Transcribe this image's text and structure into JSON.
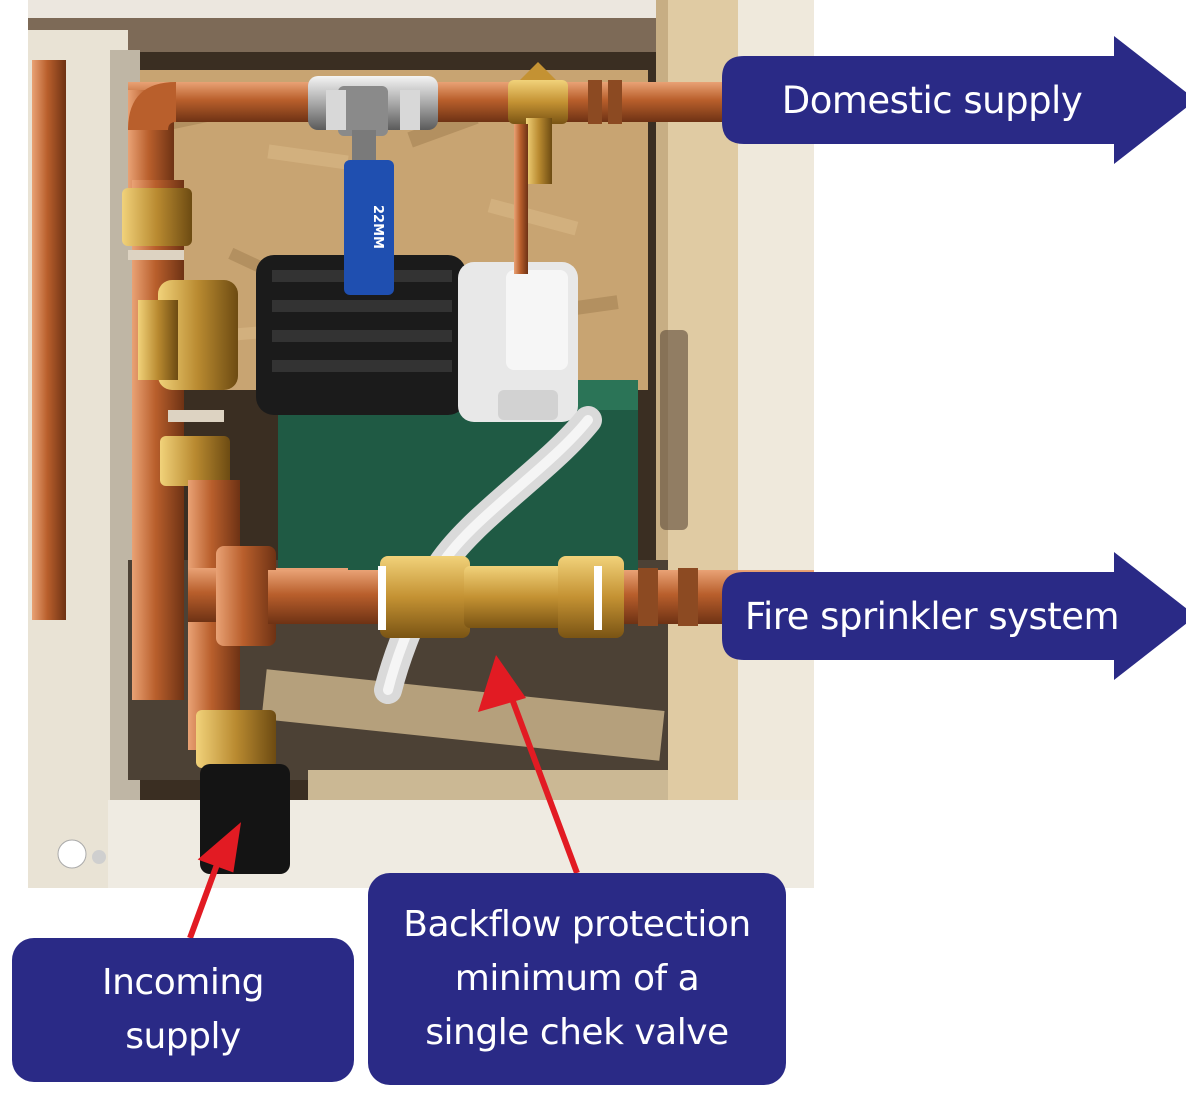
{
  "colors": {
    "callout_fill": "#2a2a86",
    "callout_text": "#ffffff",
    "pointer_arrow": "#e21b23",
    "copper_pipe": "#b9632f",
    "brass_fitting": "#c79a3a",
    "valve_handle": "#1f4fb0",
    "osb_board": "#c9a574",
    "timber": "#e3cfaa",
    "green_tank": "#1f5a44"
  },
  "labels": {
    "domestic_supply": "Domestic supply",
    "fire_sprinkler_system": "Fire sprinkler system",
    "incoming_supply": [
      "Incoming",
      "supply"
    ],
    "backflow_protection": [
      "Backflow protection",
      "minimum of a",
      "single chek valve"
    ]
  },
  "photo_markings": {
    "valve_handle_text": "22MM"
  }
}
